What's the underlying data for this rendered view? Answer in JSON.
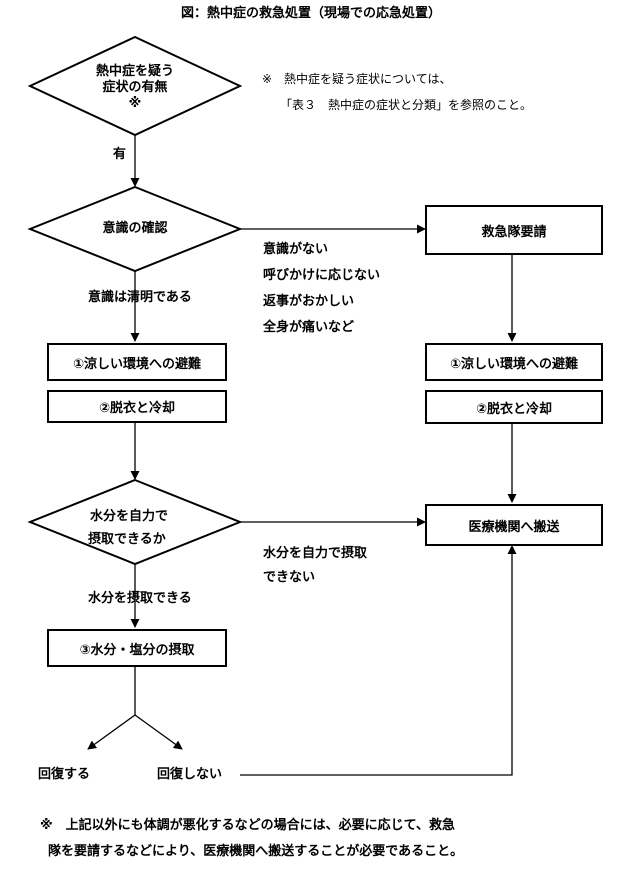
{
  "title": "図：熱中症の救急処置（現場での応急処置）",
  "decision1": {
    "line1": "熱中症を疑う",
    "line2": "症状の有無",
    "mark": "※"
  },
  "note": {
    "line1": "※　熱中症を疑う症状については、",
    "line2": "「表３　熱中症の症状と分類」を参照のこと。"
  },
  "label_yes": "有",
  "decision2": {
    "label": "意識の確認"
  },
  "label_conscious_clear": "意識は清明である",
  "label_unconscious": [
    "意識がない",
    "呼びかけに応じない",
    "返事がおかしい",
    "全身が痛いなど"
  ],
  "ambulance": "救急隊要請",
  "left_step1": "①涼しい環境への避難",
  "left_step2": "②脱衣と冷却",
  "right_step1": "①涼しい環境への避難",
  "right_step2": "②脱衣と冷却",
  "decision3": {
    "line1": "水分を自力で",
    "line2": "摂取できるか"
  },
  "label_can_drink": "水分を摂取できる",
  "label_cannot_drink": [
    "水分を自力で摂取",
    "できない"
  ],
  "hospital": "医療機関へ搬送",
  "step3": "③水分・塩分の摂取",
  "recovers": "回復する",
  "not_recovering": "回復しない",
  "footer": {
    "line1": "※　上記以外にも体調が悪化するなどの場合には、必要に応じて、救急",
    "line2": "隊を要請するなどにより、医療機関へ搬送することが必要であること。"
  }
}
